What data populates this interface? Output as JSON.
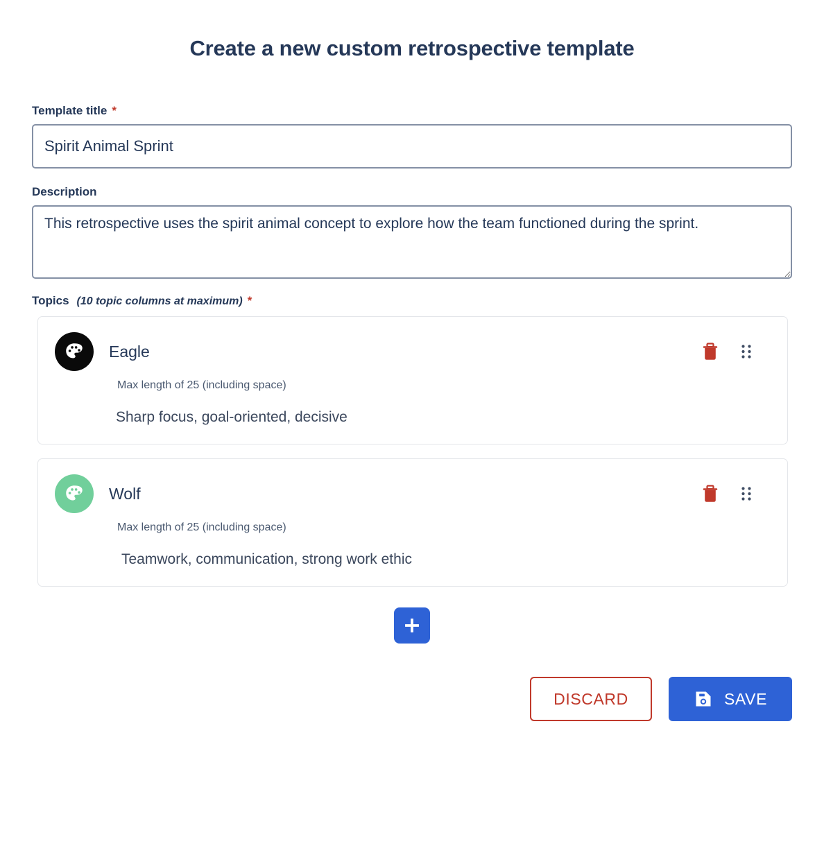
{
  "header": {
    "title": "Create a new custom retrospective template"
  },
  "form": {
    "title_field": {
      "label": "Template title",
      "required_mark": "*",
      "value": "Spirit Animal Sprint",
      "placeholder": ""
    },
    "description_field": {
      "label": "Description",
      "value": "This retrospective uses the spirit animal concept to explore how the team functioned during the sprint.",
      "placeholder": ""
    },
    "topics_section": {
      "label": "Topics",
      "note": "(10 topic columns at maximum)",
      "required_mark": "*",
      "topics": [
        {
          "name": "Eagle",
          "hint": "Max length of 25 (including space)",
          "description": "Sharp focus, goal-oriented, decisive",
          "avatar_color": "#0A0A0A",
          "avatar_icon": "palette-icon",
          "delete_icon": "trash-icon",
          "drag_icon": "drag-handle-icon"
        },
        {
          "name": "Wolf",
          "hint": "Max length of 25 (including space)",
          "description": "Teamwork, communication, strong work ethic",
          "avatar_color": "#71CF9B",
          "avatar_icon": "palette-icon",
          "delete_icon": "trash-icon",
          "drag_icon": "drag-handle-icon"
        }
      ],
      "add_button": {
        "icon": "plus-icon",
        "label": ""
      }
    }
  },
  "footer": {
    "discard_label": "DISCARD",
    "save_label": "SAVE",
    "save_icon": "floppy-disk-save-icon"
  },
  "colors": {
    "accent_blue": "#2E62D6",
    "danger_red": "#C0392B",
    "text_dark": "#253858",
    "border_input": "#8490A5",
    "border_card": "#E4E6EA"
  }
}
